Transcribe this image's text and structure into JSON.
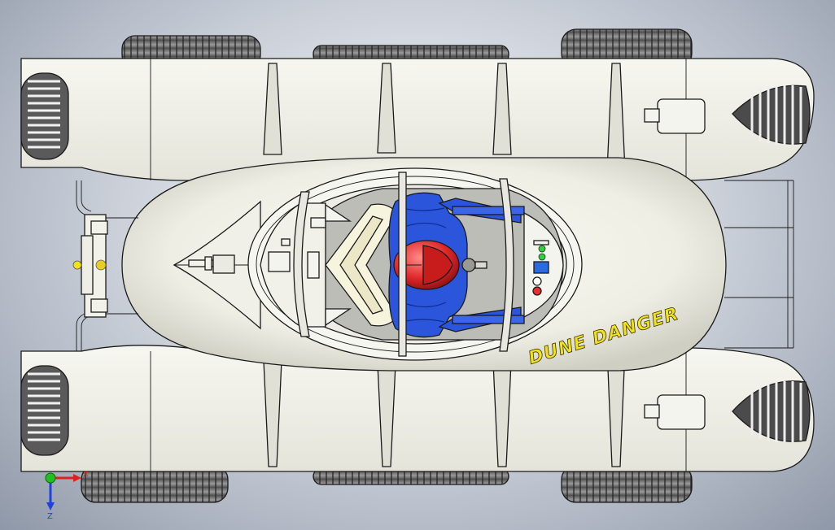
{
  "viewport": {
    "background_center": "#f4f5f8",
    "background_edge": "#8f98a8"
  },
  "model": {
    "name": "DUNE DANGER",
    "colors": {
      "body": "#f1f1ea",
      "body_shade": "#d9d9cf",
      "tire": "#7d7d7d",
      "tire_dark": "#3a3a3a",
      "driver_suit": "#2a52d8",
      "helmet": "#e23030",
      "logo": "#f2e21a",
      "cockpit_floor": "#b8b8b4"
    }
  },
  "triad": {
    "x_label": "X",
    "z_label": "Z",
    "x_color": "#e02020",
    "y_color": "#20c020",
    "z_color": "#2040e0"
  }
}
